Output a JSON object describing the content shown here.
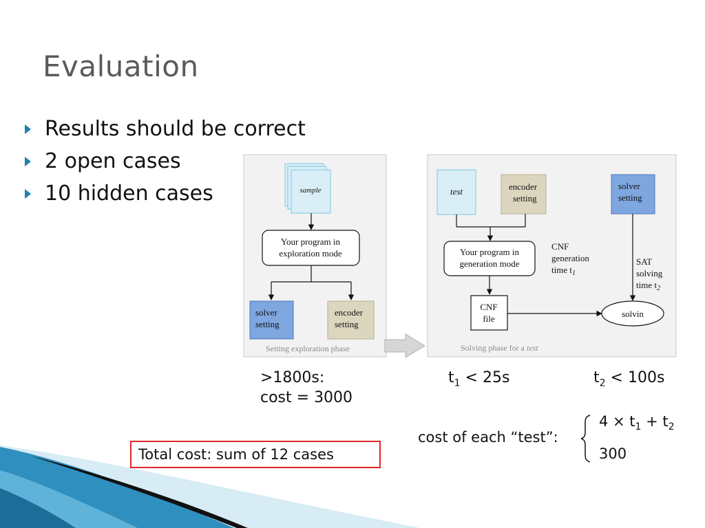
{
  "slide": {
    "title": "Evaluation",
    "bullets": [
      "Results should be correct",
      "2 open cases",
      "10 hidden cases"
    ]
  },
  "exploration_panel": {
    "sample_label": "sample",
    "program_line1": "Your program in",
    "program_line2": "exploration mode",
    "solver_line1": "solver",
    "solver_line2": "setting",
    "encoder_line1": "encoder",
    "encoder_line2": "setting",
    "caption": "Setting exploration phase"
  },
  "solving_panel": {
    "test_label": "test",
    "encoder_line1": "encoder",
    "encoder_line2": "setting",
    "solver_line1": "solver",
    "solver_line2": "setting",
    "program_line1": "Your program in",
    "program_line2": "generation mode",
    "cnf_line1": "CNF",
    "cnf_line2": "file",
    "cnf_time_line1": "CNF",
    "cnf_time_line2": "generation",
    "cnf_time_line3": "time t",
    "cnf_time_sub": "1",
    "sat_line1": "SAT",
    "sat_line2": "solving",
    "sat_line3": "time t",
    "sat_sub": "2",
    "solving_node": "solvin",
    "caption_prefix": "Solving phase for a ",
    "caption_italic": "test"
  },
  "notes": {
    "exploration_cost_line1": ">1800s:",
    "exploration_cost_line2": "cost = 3000",
    "t1_var": "t",
    "t1_sub": "1",
    "t1_rest": " < 25s",
    "t2_var": "t",
    "t2_sub": "2",
    "t2_rest": " < 100s",
    "cost_label": "cost of each “test”:",
    "case1_prefix": "4 × t",
    "case1_sub1": "1",
    "case1_mid": " + t",
    "case1_sub2": "2",
    "case2": "300",
    "total": "Total cost: sum of 12 cases"
  },
  "colors": {
    "accent": "#1e7fb0",
    "panel_bg": "#f2f2f2",
    "light_blue": "#daeef7",
    "blue_box": "#7ea6df",
    "tan_box": "#dcd6bf",
    "red_border": "#e0242a"
  }
}
